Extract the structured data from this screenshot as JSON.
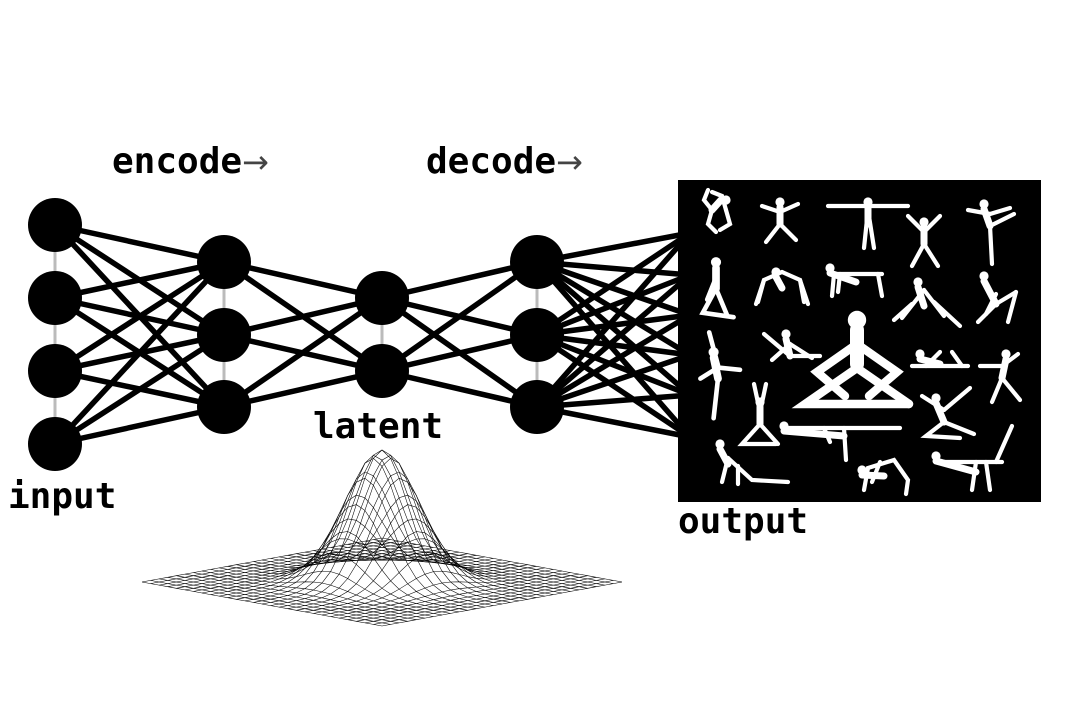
{
  "labels": {
    "encode": "encode",
    "decode": "decode",
    "arrow": "→",
    "latent": "latent",
    "input": "input",
    "output": "output"
  },
  "network": {
    "layer_sizes": [
      4,
      3,
      2,
      3
    ],
    "output_connections": 6
  },
  "output_panel": {
    "content": "yoga pose silhouettes"
  },
  "latent_plot": {
    "type": "gaussian surface"
  }
}
